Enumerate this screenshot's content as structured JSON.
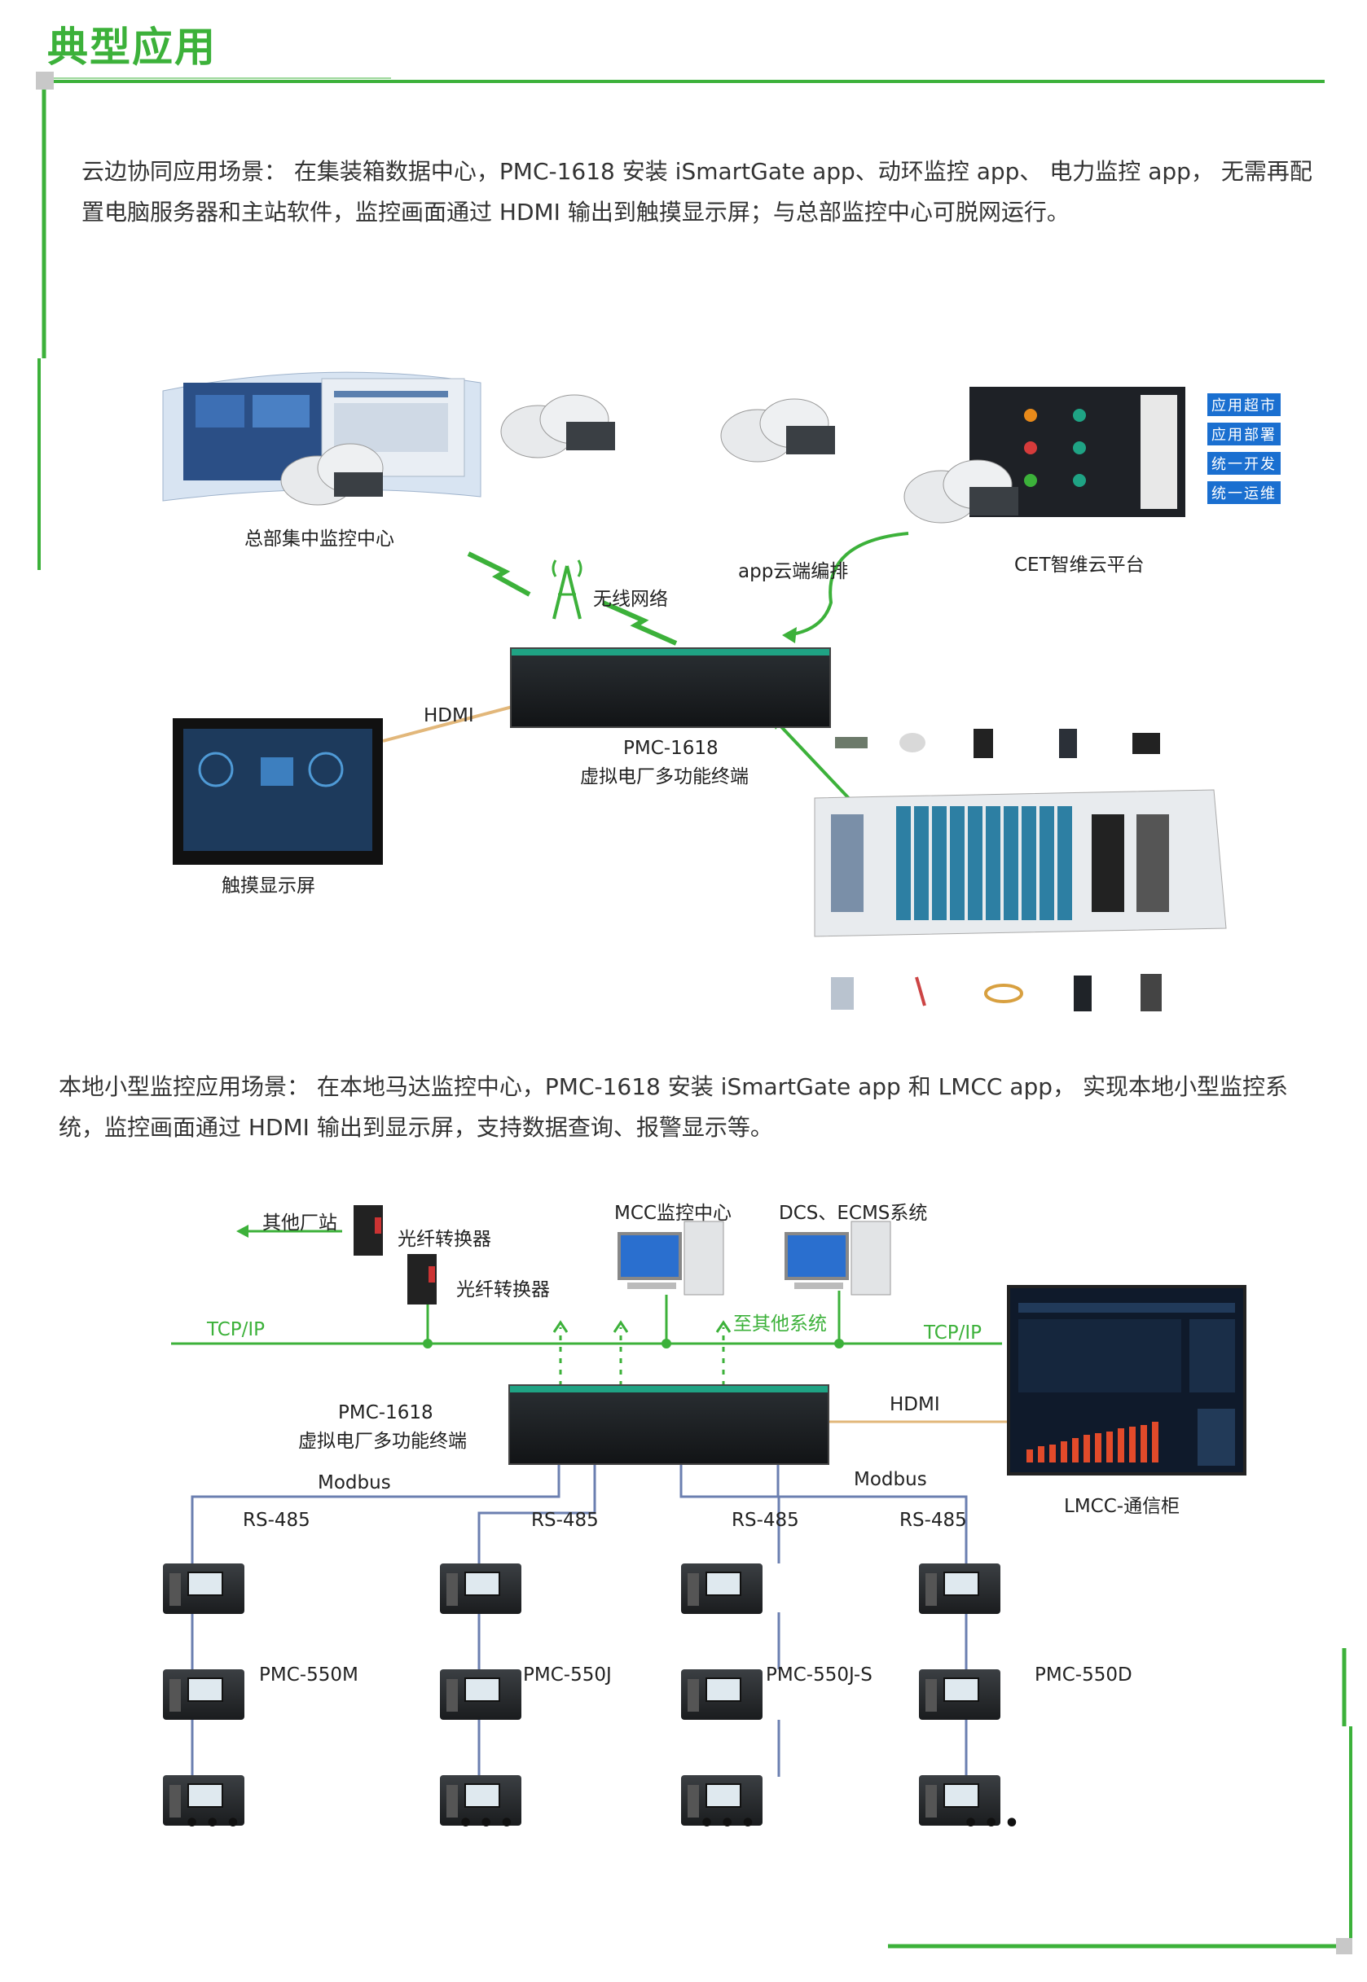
{
  "page": {
    "title": "典型应用",
    "accent": "#3cb13a"
  },
  "scenario1": {
    "description": "云边协同应用场景： 在集装箱数据中心，PMC-1618 安装 iSmartGate  app、动环监控 app、 电力监控 app， 无需再配置电脑服务器和主站软件，监控画面通过 HDMI 输出到触摸显示屏；与总部监控中心可脱网运行。",
    "hq_label": "总部集中监控中心",
    "wireless_label": "无线网络",
    "app_label": "app云端编排",
    "cet_label": "CET智维云平台",
    "cet_tags": [
      "应用超市",
      "应用部署",
      "统一开发",
      "统一运维"
    ],
    "hdmi_label": "HDMI",
    "device_name": "PMC-1618",
    "device_desc": "虚拟电厂多功能终端",
    "screen_label": "触摸显示屏"
  },
  "scenario2": {
    "description": "本地小型监控应用场景： 在本地马达监控中心，PMC-1618 安装 iSmartGate app 和 LMCC app， 实现本地小型监控系统，监控画面通过 HDMI 输出到显示屏，支持数据查询、报警显示等。",
    "other_station": "其他厂站",
    "fiber1": "光纤转换器",
    "fiber2": "光纤转换器",
    "mcc": "MCC监控中心",
    "dcs": "DCS、ECMS系统",
    "tcpip_left": "TCP/IP",
    "tcpip_right": "TCP/IP",
    "to_other": "至其他系统",
    "device_name": "PMC-1618",
    "device_desc": "虚拟电厂多功能终端",
    "hdmi_label": "HDMI",
    "lmcc_label": "LMCC-通信柜",
    "modbus_left": "Modbus",
    "modbus_right": "Modbus",
    "rs485": [
      "RS-485",
      "RS-485",
      "RS-485",
      "RS-485"
    ],
    "models": [
      "PMC-550M",
      "PMC-550J",
      "PMC-550J-S",
      "PMC-550D"
    ],
    "dots": "•••"
  }
}
